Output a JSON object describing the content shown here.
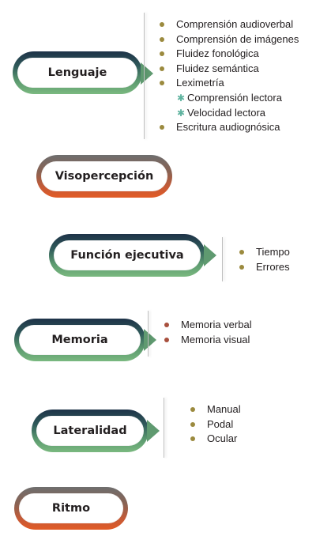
{
  "nodes": [
    {
      "id": "lenguaje",
      "label": "Lenguaje",
      "color": "green"
    },
    {
      "id": "visopercepcion",
      "label": "Visopercepción",
      "color": "red"
    },
    {
      "id": "funcion",
      "label": "Función ejecutiva",
      "color": "green"
    },
    {
      "id": "memoria",
      "label": "Memoria",
      "color": "green"
    },
    {
      "id": "lateralidad",
      "label": "Lateralidad",
      "color": "green"
    },
    {
      "id": "ritmo",
      "label": "Ritmo",
      "color": "red"
    }
  ],
  "lists": {
    "lenguaje": [
      "Comprensión audioverbal",
      "Comprensión de imágenes",
      "Fluidez fonológica",
      "Fluidez semántica",
      "Leximetría"
    ],
    "lenguaje_sub": [
      "Comprensión lectora",
      "Velocidad lectora"
    ],
    "lenguaje_last": "Escritura audiognósica",
    "funcion": [
      "Tiempo",
      "Errores"
    ],
    "memoria": [
      "Memoria verbal",
      "Memoria visual"
    ],
    "lateralidad": [
      "Manual",
      "Podal",
      "Ocular"
    ]
  },
  "colors": {
    "green_top": "#1e3348",
    "green_bottom": "#7ab97f",
    "red_top": "#6e6e6e",
    "red_bottom": "#e25b26",
    "bullet_olive": "#9b8a3e",
    "bullet_red": "#a8503e",
    "star": "#5fb39f"
  }
}
